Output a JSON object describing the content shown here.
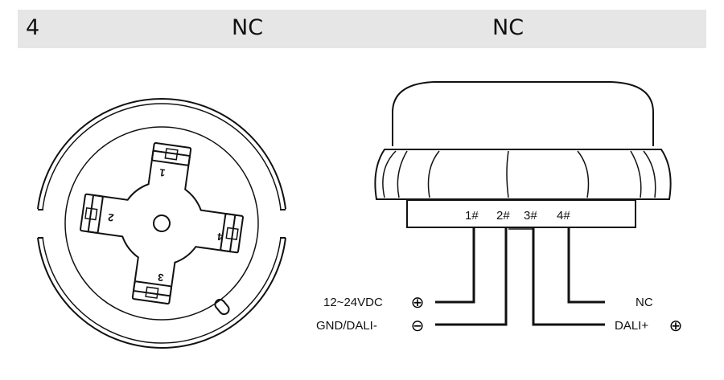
{
  "header_row": {
    "index": "4",
    "col1": "NC",
    "col2": "NC"
  },
  "bottom_view": {
    "pins": [
      "1",
      "2",
      "3",
      "4"
    ]
  },
  "side_view": {
    "pin_labels": [
      "1#",
      "2#",
      "3#",
      "4#"
    ],
    "wires": {
      "power_positive": {
        "label": "12~24VDC",
        "symbol": "⊕"
      },
      "ground": {
        "label": "GND/DALI-",
        "symbol": "⊖"
      },
      "nc": {
        "label": "NC"
      },
      "dali_positive": {
        "label": "DALI+",
        "symbol": "⊕"
      }
    }
  }
}
